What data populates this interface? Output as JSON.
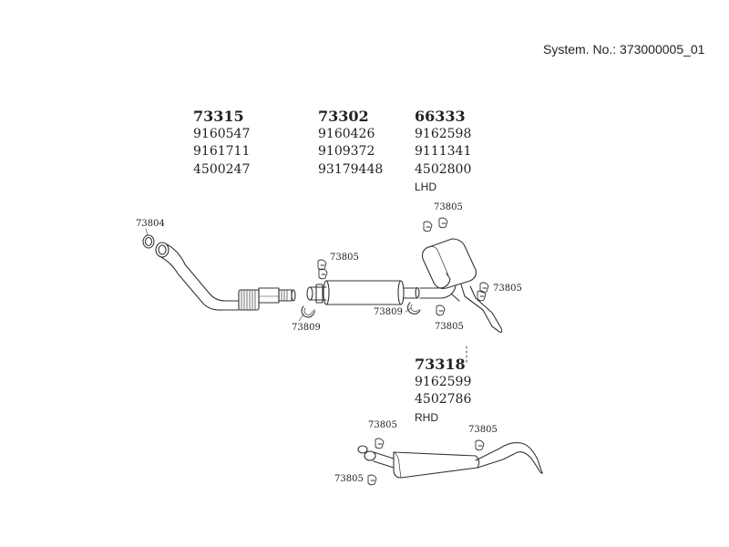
{
  "system": {
    "prefix": "System. No.:",
    "number": "373000005_01"
  },
  "groups": [
    {
      "id": "g1",
      "head": "73315",
      "lines": [
        "9160547",
        "9161711",
        "4500247"
      ],
      "note": ""
    },
    {
      "id": "g2",
      "head": "73302",
      "lines": [
        "9160426",
        "9109372",
        "93179448"
      ],
      "note": ""
    },
    {
      "id": "g3",
      "head": "66333",
      "lines": [
        "9162598",
        "9111341",
        "4502800"
      ],
      "note": "LHD"
    },
    {
      "id": "g4",
      "head": "73318",
      "lines": [
        "9162599",
        "4502786"
      ],
      "note": "RHD"
    }
  ],
  "callouts": {
    "gasket": "73804",
    "clamp": "73805",
    "ring": "73809"
  }
}
